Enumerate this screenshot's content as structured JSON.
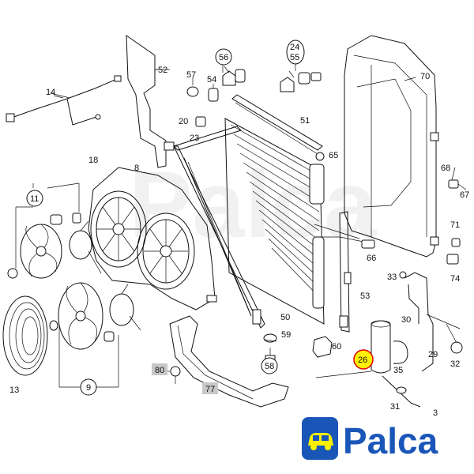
{
  "diagram": {
    "labels": {
      "p14": "14",
      "p52": "52",
      "p57": "57",
      "p56": "56",
      "p54": "54",
      "p24": "24",
      "p55": "55",
      "p70": "70",
      "p20": "20",
      "p51": "51",
      "p23": "23",
      "p65": "65",
      "p18": "18",
      "p8": "8",
      "p68": "68",
      "p67": "67",
      "p11": "11",
      "p71": "71",
      "p66": "66",
      "p74": "74",
      "p33": "33",
      "p53": "53",
      "p50": "50",
      "p59": "59",
      "p30": "30",
      "p60": "60",
      "p26": "26",
      "p29": "29",
      "p58": "58",
      "p35": "35",
      "p32": "32",
      "p80": "80",
      "p13": "13",
      "p9": "9",
      "p77": "77",
      "p31": "31",
      "p3x": "3"
    },
    "highlight_part": "26",
    "highlight_color": "#fff200",
    "highlight_ring": "#e00000",
    "shaded_label_bg": "#c8c8c8",
    "watermark": "Palca"
  },
  "logo": {
    "text": "Palca",
    "brand_color": "#1a56b8",
    "icon": "car-icon"
  }
}
